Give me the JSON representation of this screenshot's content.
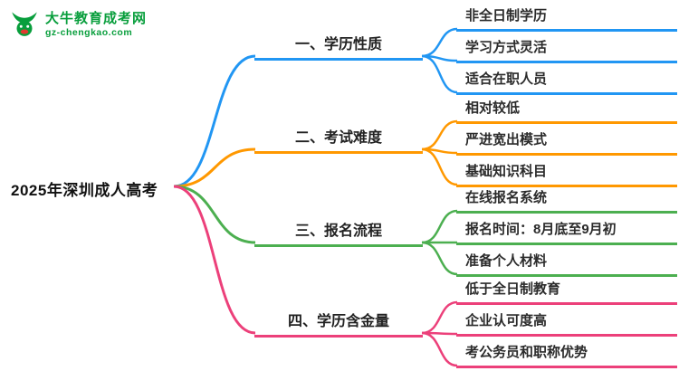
{
  "logo": {
    "title": "大牛教育成考网",
    "subtitle": "gz-chengkao.com",
    "color": "#089e3c"
  },
  "root": {
    "label": "2025年深圳成人高考",
    "color": "#111111"
  },
  "branches": [
    {
      "label": "一、学历性质",
      "color": "#2196f3",
      "children": [
        "非全日制学历",
        "学习方式灵活",
        "适合在职人员"
      ]
    },
    {
      "label": "二、考试难度",
      "color": "#ff9800",
      "children": [
        "相对较低",
        "严进宽出模式",
        "基础知识科目"
      ]
    },
    {
      "label": "三、报名流程",
      "color": "#4caf50",
      "children": [
        "在线报名系统",
        "报名时间：8月底至9月初",
        "准备个人材料"
      ]
    },
    {
      "label": "四、学历含金量",
      "color": "#ec407a",
      "children": [
        "低于全日制教育",
        "企业认可度高",
        "考公务员和职称优势"
      ]
    }
  ]
}
